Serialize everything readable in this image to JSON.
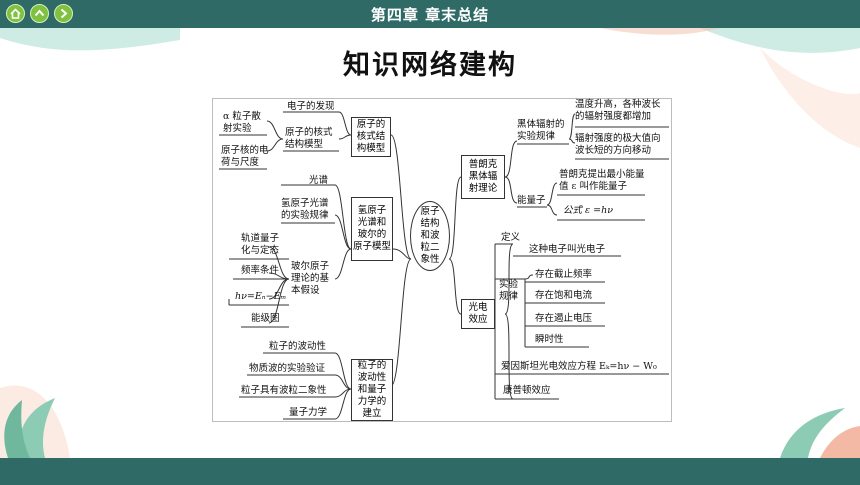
{
  "header": {
    "chapter_title": "第四章  章末总结"
  },
  "page_title": "知识网络建构",
  "map": {
    "center": "原子\n结构\n和波\n粒二\n象性",
    "b1": {
      "label": "原子的\n核式结\n构模型",
      "electron": "电子的发现",
      "model": "原子的核式\n结构模型",
      "alpha": "α 粒子散\n射实验",
      "nucleus": "原子核的电\n荷与尺度"
    },
    "b2": {
      "label": "氢原子\n光谱和\n玻尔的\n原子模型",
      "spectrum": "光谱",
      "law": "氢原子光谱\n的实验规律",
      "bohr": "玻尔原子\n理论的基\n本假设",
      "orbit": "轨道量子\n化与定态",
      "freq": "频率条件",
      "formula": "hν=Eₙ−Eₘ",
      "levels": "能级图"
    },
    "b3": {
      "label": "粒子的\n波动性\n和量子\n力学的\n建立",
      "items": [
        "粒子的波动性",
        "物质波的实验验证",
        "粒子具有波粒二象性",
        "量子力学"
      ]
    },
    "r1": {
      "label": "普朗克\n黑体辐\n射理论",
      "blackbody": "黑体辐射的\n实验规律",
      "bb1": "温度升高，各种波长\n的辐射强度都增加",
      "bb2": "辐射强度的极大值向\n波长短的方向移动",
      "quantum": "能量子",
      "planck": "普朗克提出最小能量\n值 ε 叫作能量子",
      "formula": "公式 ε =hν"
    },
    "r2": {
      "label": "光电\n效应",
      "def_label": "定义",
      "def": "这种电子叫光电子",
      "exp_label": "实验\n规律",
      "exp_items": [
        "存在截止频率",
        "存在饱和电流",
        "存在遏止电压",
        "瞬时性"
      ],
      "einstein": "爱因斯坦光电效应方程 Eₖ=hν − W₀",
      "compton": "康普顿效应"
    }
  }
}
